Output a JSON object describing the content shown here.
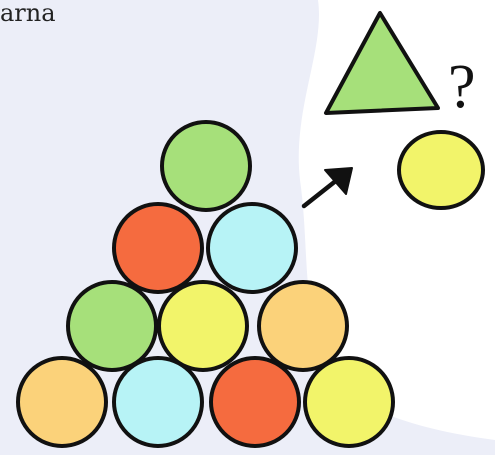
{
  "caption": "arna",
  "question_mark": "?",
  "colors": {
    "panel_background": "#eceef8",
    "outline": "#111111",
    "green": "#a6e07a",
    "orange": "#f56b3f",
    "cyan": "#b7f3f6",
    "yellow": "#f2f46a",
    "peach": "#fbd27a",
    "triangle_green": "#a6e07a",
    "small_circle_yellow": "#f2f46a"
  },
  "pyramid": {
    "rows": [
      [
        "green"
      ],
      [
        "orange",
        "cyan"
      ],
      [
        "green",
        "yellow",
        "peach"
      ],
      [
        "peach",
        "cyan",
        "orange",
        "yellow"
      ]
    ]
  },
  "side_shapes": {
    "triangle": "triangle_green",
    "circle": "small_circle_yellow",
    "arrow_icon": "arrow-up-right-icon"
  }
}
